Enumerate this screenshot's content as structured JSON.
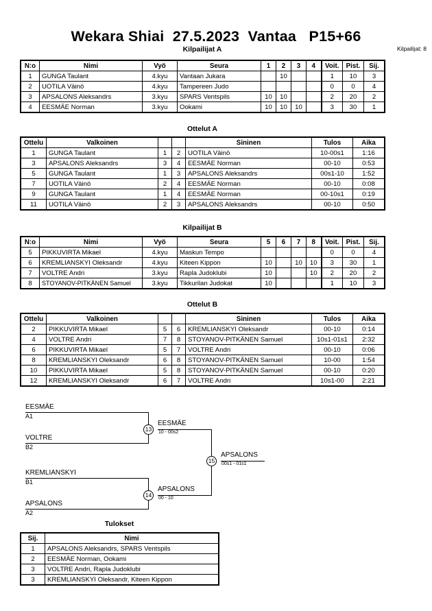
{
  "header": {
    "title": "Wekara Shiai  27.5.2023  Vantaa   P15+66",
    "competitor_count_label": "Kilpailijat: 8"
  },
  "pool_a": {
    "caption": "Kilpailijat A",
    "columns": {
      "no": "N:o",
      "name": "Nimi",
      "belt": "Vyö",
      "club": "Seura",
      "opp1": "1",
      "opp2": "2",
      "opp3": "3",
      "opp4": "4",
      "wins": "Voit.",
      "points": "Pist.",
      "rank": "Sij."
    },
    "rows": [
      {
        "no": "1",
        "name": "GUNGA Taulant",
        "belt": "4.kyu",
        "club": "Vantaan Jukara",
        "m": [
          "",
          "10",
          "",
          ""
        ],
        "wins": "1",
        "points": "10",
        "rank": "3"
      },
      {
        "no": "2",
        "name": "UOTILA Väinö",
        "belt": "4.kyu",
        "club": "Tampereen Judo",
        "m": [
          "",
          "",
          "",
          ""
        ],
        "wins": "0",
        "points": "0",
        "rank": "4"
      },
      {
        "no": "3",
        "name": "APSALONS Aleksandrs",
        "belt": "3.kyu",
        "club": "SPARS Ventspils",
        "m": [
          "10",
          "10",
          "",
          ""
        ],
        "wins": "2",
        "points": "20",
        "rank": "2"
      },
      {
        "no": "4",
        "name": "EESMÄE Norman",
        "belt": "3.kyu",
        "club": "Ookami",
        "m": [
          "10",
          "10",
          "10",
          ""
        ],
        "wins": "3",
        "points": "30",
        "rank": "1"
      }
    ]
  },
  "matches_a": {
    "caption": "Ottelut A",
    "columns": {
      "match": "Ottelu",
      "white": "Valkoinen",
      "white_no": "",
      "blue_no": "",
      "blue": "Sininen",
      "result": "Tulos",
      "time": "Aika"
    },
    "rows": [
      {
        "match": "1",
        "white": "GUNGA Taulant",
        "white_no": "1",
        "blue_no": "2",
        "blue": "UOTILA Väinö",
        "result": "10-00s1",
        "time": "1:16"
      },
      {
        "match": "3",
        "white": "APSALONS Aleksandrs",
        "white_no": "3",
        "blue_no": "4",
        "blue": "EESMÄE Norman",
        "result": "00-10",
        "time": "0:53"
      },
      {
        "match": "5",
        "white": "GUNGA Taulant",
        "white_no": "1",
        "blue_no": "3",
        "blue": "APSALONS Aleksandrs",
        "result": "00s1-10",
        "time": "1:52"
      },
      {
        "match": "7",
        "white": "UOTILA Väinö",
        "white_no": "2",
        "blue_no": "4",
        "blue": "EESMÄE Norman",
        "result": "00-10",
        "time": "0:08"
      },
      {
        "match": "9",
        "white": "GUNGA Taulant",
        "white_no": "1",
        "blue_no": "4",
        "blue": "EESMÄE Norman",
        "result": "00-10s1",
        "time": "0:19"
      },
      {
        "match": "11",
        "white": "UOTILA Väinö",
        "white_no": "2",
        "blue_no": "3",
        "blue": "APSALONS Aleksandrs",
        "result": "00-10",
        "time": "0:50"
      }
    ]
  },
  "pool_b": {
    "caption": "Kilpailijat B",
    "columns": {
      "no": "N:o",
      "name": "Nimi",
      "belt": "Vyö",
      "club": "Seura",
      "opp1": "5",
      "opp2": "6",
      "opp3": "7",
      "opp4": "8",
      "wins": "Voit.",
      "points": "Pist.",
      "rank": "Sij."
    },
    "rows": [
      {
        "no": "5",
        "name": "PIKKUVIRTA Mikael",
        "belt": "4.kyu",
        "club": "Maskun Tempo",
        "m": [
          "",
          "",
          "",
          ""
        ],
        "wins": "0",
        "points": "0",
        "rank": "4"
      },
      {
        "no": "6",
        "name": "KREMLIANSKYI Oleksandr",
        "belt": "4.kyu",
        "club": "Kiteen Kippon",
        "m": [
          "10",
          "",
          "10",
          "10"
        ],
        "wins": "3",
        "points": "30",
        "rank": "1"
      },
      {
        "no": "7",
        "name": "VOLTRE Andri",
        "belt": "3.kyu",
        "club": "Rapla Judoklubi",
        "m": [
          "10",
          "",
          "",
          "10"
        ],
        "wins": "2",
        "points": "20",
        "rank": "2"
      },
      {
        "no": "8",
        "name": "STOYANOV-PITKÄNEN Samuel",
        "belt": "3.kyu",
        "club": "Tikkurilan Judokat",
        "m": [
          "10",
          "",
          "",
          ""
        ],
        "wins": "1",
        "points": "10",
        "rank": "3"
      }
    ]
  },
  "matches_b": {
    "caption": "Ottelut B",
    "columns": {
      "match": "Ottelu",
      "white": "Valkoinen",
      "white_no": "",
      "blue_no": "",
      "blue": "Sininen",
      "result": "Tulos",
      "time": "Aika"
    },
    "rows": [
      {
        "match": "2",
        "white": "PIKKUVIRTA Mikael",
        "white_no": "5",
        "blue_no": "6",
        "blue": "KREMLIANSKYI Oleksandr",
        "result": "00-10",
        "time": "0:14"
      },
      {
        "match": "4",
        "white": "VOLTRE Andri",
        "white_no": "7",
        "blue_no": "8",
        "blue": "STOYANOV-PITKÄNEN Samuel",
        "result": "10s1-01s1",
        "time": "2:32"
      },
      {
        "match": "6",
        "white": "PIKKUVIRTA Mikael",
        "white_no": "5",
        "blue_no": "7",
        "blue": "VOLTRE Andri",
        "result": "00-10",
        "time": "0:06"
      },
      {
        "match": "8",
        "white": "KREMLIANSKYI Oleksandr",
        "white_no": "6",
        "blue_no": "8",
        "blue": "STOYANOV-PITKÄNEN Samuel",
        "result": "10-00",
        "time": "1:54"
      },
      {
        "match": "10",
        "white": "PIKKUVIRTA Mikael",
        "white_no": "5",
        "blue_no": "8",
        "blue": "STOYANOV-PITKÄNEN Samuel",
        "result": "00-10",
        "time": "0:20"
      },
      {
        "match": "12",
        "white": "KREMLIANSKYI Oleksandr",
        "white_no": "6",
        "blue_no": "7",
        "blue": "VOLTRE Andri",
        "result": "10s1-00",
        "time": "2:21"
      }
    ]
  },
  "bracket": {
    "entries": [
      {
        "name": "EESMÄE",
        "seed": "A1"
      },
      {
        "name": "VOLTRE",
        "seed": "B2"
      },
      {
        "name": "KREMLIANSKYI",
        "seed": "B1"
      },
      {
        "name": "APSALONS",
        "seed": "A2"
      }
    ],
    "semi_top": {
      "number": "13",
      "winner": "EESMÄE",
      "score": "10 - 00s2"
    },
    "semi_bottom": {
      "number": "14",
      "winner": "APSALONS",
      "score": "00 - 10"
    },
    "final": {
      "number": "15",
      "winner": "APSALONS",
      "score": "00s1 - 01s1"
    }
  },
  "results": {
    "caption": "Tulokset",
    "columns": {
      "rank": "Sij.",
      "name": "Nimi"
    },
    "rows": [
      {
        "rank": "1",
        "name": "APSALONS Aleksandrs, SPARS Ventspils"
      },
      {
        "rank": "2",
        "name": "EESMÄE Norman, Ookami"
      },
      {
        "rank": "3",
        "name": "VOLTRE Andri, Rapla Judoklubi"
      },
      {
        "rank": "3",
        "name": "KREMLIANSKYI Oleksandr, Kiteen Kippon"
      }
    ]
  }
}
